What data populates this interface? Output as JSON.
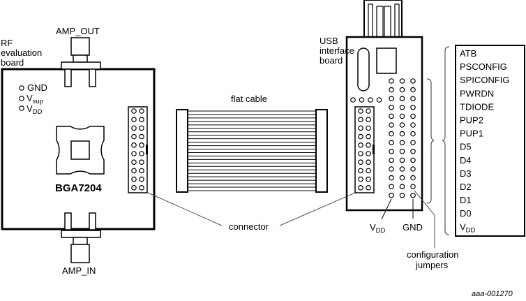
{
  "labels": {
    "rf_board": [
      "RF",
      "evaluation",
      "board"
    ],
    "usb_board": [
      "USB",
      "interface",
      "board"
    ],
    "amp_out": "AMP_OUT",
    "amp_in": "AMP_IN",
    "chip": "BGA7204",
    "flat_cable": "flat cable",
    "connector": "connector",
    "config_jumpers": [
      "configuration",
      "jumpers"
    ],
    "figure_id": "aaa-001270"
  },
  "rf_pins": [
    {
      "main": "GND",
      "sub": ""
    },
    {
      "main": "V",
      "sub": "sup"
    },
    {
      "main": "V",
      "sub": "DD"
    }
  ],
  "usb_pins": [
    {
      "main": "V",
      "sub": "DD"
    },
    {
      "main": "GND",
      "sub": ""
    }
  ],
  "jumper_list": [
    {
      "main": "ATB",
      "sub": ""
    },
    {
      "main": "PSCONFIG",
      "sub": ""
    },
    {
      "main": "SPICONFIG",
      "sub": ""
    },
    {
      "main": "PWRDN",
      "sub": ""
    },
    {
      "main": "TDIODE",
      "sub": ""
    },
    {
      "main": "PUP2",
      "sub": ""
    },
    {
      "main": "PUP1",
      "sub": ""
    },
    {
      "main": "D5",
      "sub": ""
    },
    {
      "main": "D4",
      "sub": ""
    },
    {
      "main": "D3",
      "sub": ""
    },
    {
      "main": "D2",
      "sub": ""
    },
    {
      "main": "D1",
      "sub": ""
    },
    {
      "main": "D0",
      "sub": ""
    },
    {
      "main": "V",
      "sub": "DD"
    }
  ],
  "counts": {
    "rf_header_rows": 10,
    "usb_header_rows": 10,
    "jumper_rows": 14,
    "jumper_cols": 3,
    "cable_wires": 24
  }
}
